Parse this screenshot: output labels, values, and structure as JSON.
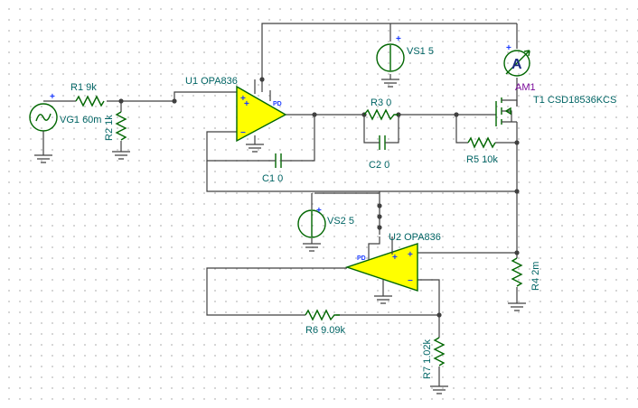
{
  "components": {
    "vg1": {
      "label": "VG1 60m"
    },
    "r1": {
      "label": "R1 9k"
    },
    "r2": {
      "label": "R2 1k"
    },
    "u1": {
      "label": "U1 OPA836",
      "pd": "PD"
    },
    "vs1": {
      "label": "VS1 5"
    },
    "am1": {
      "label": "AM1",
      "symbol": "A"
    },
    "t1": {
      "label": "T1 CSD18536KCS"
    },
    "r3": {
      "label": "R3 0"
    },
    "c2": {
      "label": "C2 0"
    },
    "r5": {
      "label": "R5 10k"
    },
    "c1": {
      "label": "C1 0"
    },
    "vs2": {
      "label": "VS2 5"
    },
    "u2": {
      "label": "U2 OPA836",
      "pd": "PD"
    },
    "r4": {
      "label": "R4 2m"
    },
    "r6": {
      "label": "R6 9.09k"
    },
    "r7": {
      "label": "R7 1.02k"
    }
  },
  "colors": {
    "wire": "#404040",
    "component": "#006600",
    "label": "#006464",
    "opamp_fill": "#ffff00",
    "pin_text": "#1b3bff",
    "meter_label": "#7a0a9a"
  }
}
